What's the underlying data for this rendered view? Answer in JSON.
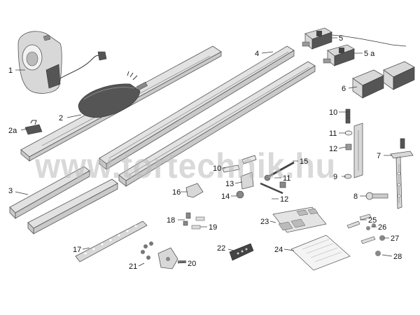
{
  "watermark": "www.tortechnik.hu",
  "callouts": [
    {
      "id": "c1",
      "text": "1"
    },
    {
      "id": "c2",
      "text": "2"
    },
    {
      "id": "c2a",
      "text": "2a"
    },
    {
      "id": "c3",
      "text": "3"
    },
    {
      "id": "c4",
      "text": "4"
    },
    {
      "id": "c5",
      "text": "5"
    },
    {
      "id": "c5a",
      "text": "5 a"
    },
    {
      "id": "c6",
      "text": "6"
    },
    {
      "id": "c7",
      "text": "7"
    },
    {
      "id": "c8",
      "text": "8"
    },
    {
      "id": "c9",
      "text": "9"
    },
    {
      "id": "c10a",
      "text": "10"
    },
    {
      "id": "c11a",
      "text": "11"
    },
    {
      "id": "c12a",
      "text": "12"
    },
    {
      "id": "c10b",
      "text": "10"
    },
    {
      "id": "c11b",
      "text": "11"
    },
    {
      "id": "c12b",
      "text": "12"
    },
    {
      "id": "c13",
      "text": "13"
    },
    {
      "id": "c14",
      "text": "14"
    },
    {
      "id": "c15",
      "text": "15"
    },
    {
      "id": "c16",
      "text": "16"
    },
    {
      "id": "c17",
      "text": "17"
    },
    {
      "id": "c18",
      "text": "18"
    },
    {
      "id": "c19",
      "text": "19"
    },
    {
      "id": "c20",
      "text": "20"
    },
    {
      "id": "c21",
      "text": "21"
    },
    {
      "id": "c22",
      "text": "22"
    },
    {
      "id": "c23",
      "text": "23"
    },
    {
      "id": "c24",
      "text": "24"
    },
    {
      "id": "c25",
      "text": "25"
    },
    {
      "id": "c26",
      "text": "26"
    },
    {
      "id": "c27",
      "text": "27"
    },
    {
      "id": "c28",
      "text": "28"
    }
  ]
}
